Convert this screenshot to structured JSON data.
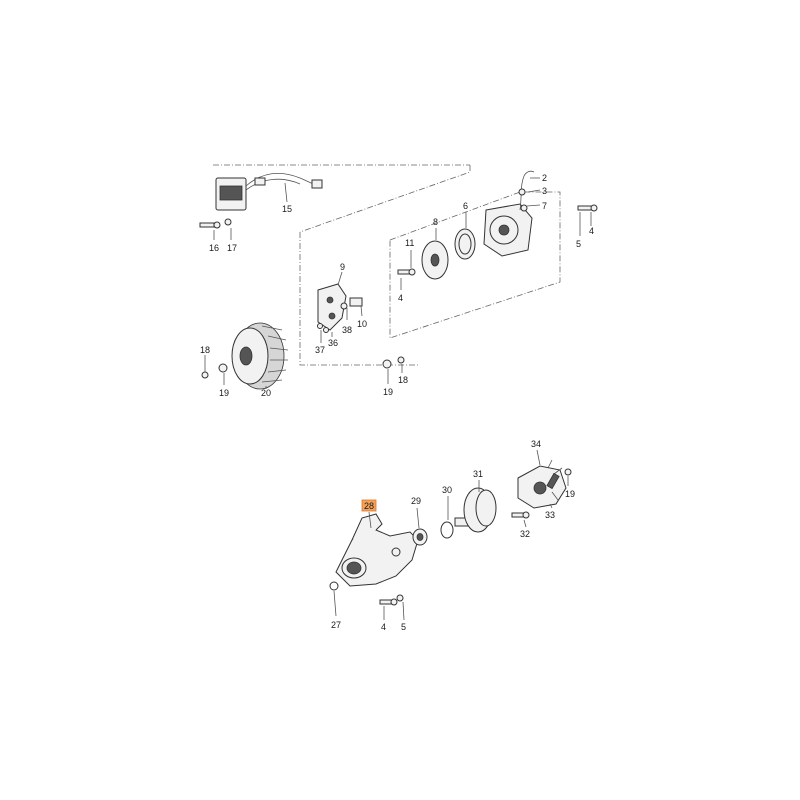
{
  "diagram": {
    "highlight_color": "#f4a25a",
    "labels": {
      "p2": "2",
      "p3": "3",
      "p7": "7",
      "p6": "6",
      "p8": "8",
      "p11": "11",
      "p4a": "4",
      "p5a": "5",
      "p4b": "4",
      "p15": "15",
      "p16": "16",
      "p17": "17",
      "p9": "9",
      "p38": "38",
      "p10": "10",
      "p37": "37",
      "p36": "36",
      "p18a": "18",
      "p19a": "19",
      "p20": "20",
      "p19b": "19",
      "p18b": "18",
      "p34": "34",
      "p31": "31",
      "p30": "30",
      "p29": "29",
      "p28": "28",
      "p19c": "19",
      "p33": "33",
      "p32": "32",
      "p27": "27",
      "p4c": "4",
      "p5b": "5"
    }
  }
}
